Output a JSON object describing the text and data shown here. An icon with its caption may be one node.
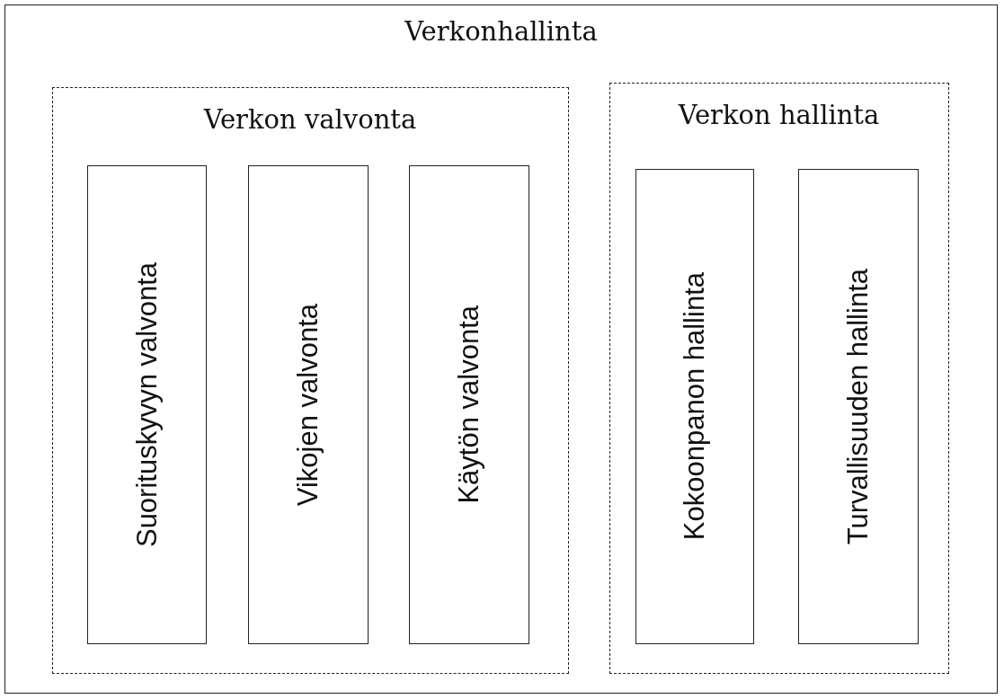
{
  "diagram": {
    "nodes": [
      {
        "text": [
          "Verkonhallinta"
        ]
      },
      {
        "text": [
          "Verkon valvonta"
        ],
        "in": 0
      },
      {
        "text": [
          "Suorituskyvyn valvonta"
        ],
        "in": 1
      },
      {
        "text": [
          "Vikojen valvonta"
        ],
        "in": 1
      },
      {
        "text": [
          "Käytön valvonta"
        ],
        "in": 1
      },
      {
        "text": [
          "Verkon hallinta"
        ],
        "in": 0
      },
      {
        "text": [
          "Kokoonpanon hallinta"
        ],
        "in": 5
      },
      {
        "text": [
          "Turvallisuuden hallinta"
        ],
        "in": 5
      }
    ]
  }
}
